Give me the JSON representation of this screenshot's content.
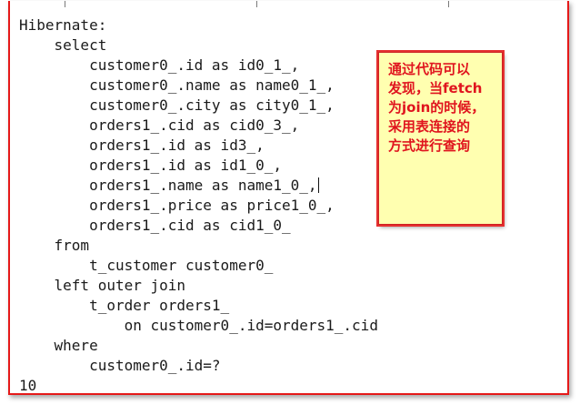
{
  "code": {
    "lines": [
      "Hibernate:",
      "    select",
      "        customer0_.id as id0_1_,",
      "        customer0_.name as name0_1_,",
      "        customer0_.city as city0_1_,",
      "        orders1_.cid as cid0_3_,",
      "        orders1_.id as id3_,",
      "        orders1_.id as id1_0_,",
      "        orders1_.name as name1_0_,",
      "        orders1_.price as price1_0_,",
      "        orders1_.cid as cid1_0_",
      "    from",
      "        t_customer customer0_",
      "    left outer join",
      "        t_order orders1_",
      "            on customer0_.id=orders1_.cid",
      "    where",
      "        customer0_.id=?",
      "10"
    ]
  },
  "note": {
    "lines": [
      "通过代码可以",
      "发现，当fetch",
      "为join的时候，",
      "采用表连接的",
      "方式进行查询"
    ]
  },
  "colors": {
    "frame_border": "#e51919",
    "note_background": "#ffffb0",
    "note_text": "#e0141e",
    "code_text": "#1a1a1a"
  }
}
